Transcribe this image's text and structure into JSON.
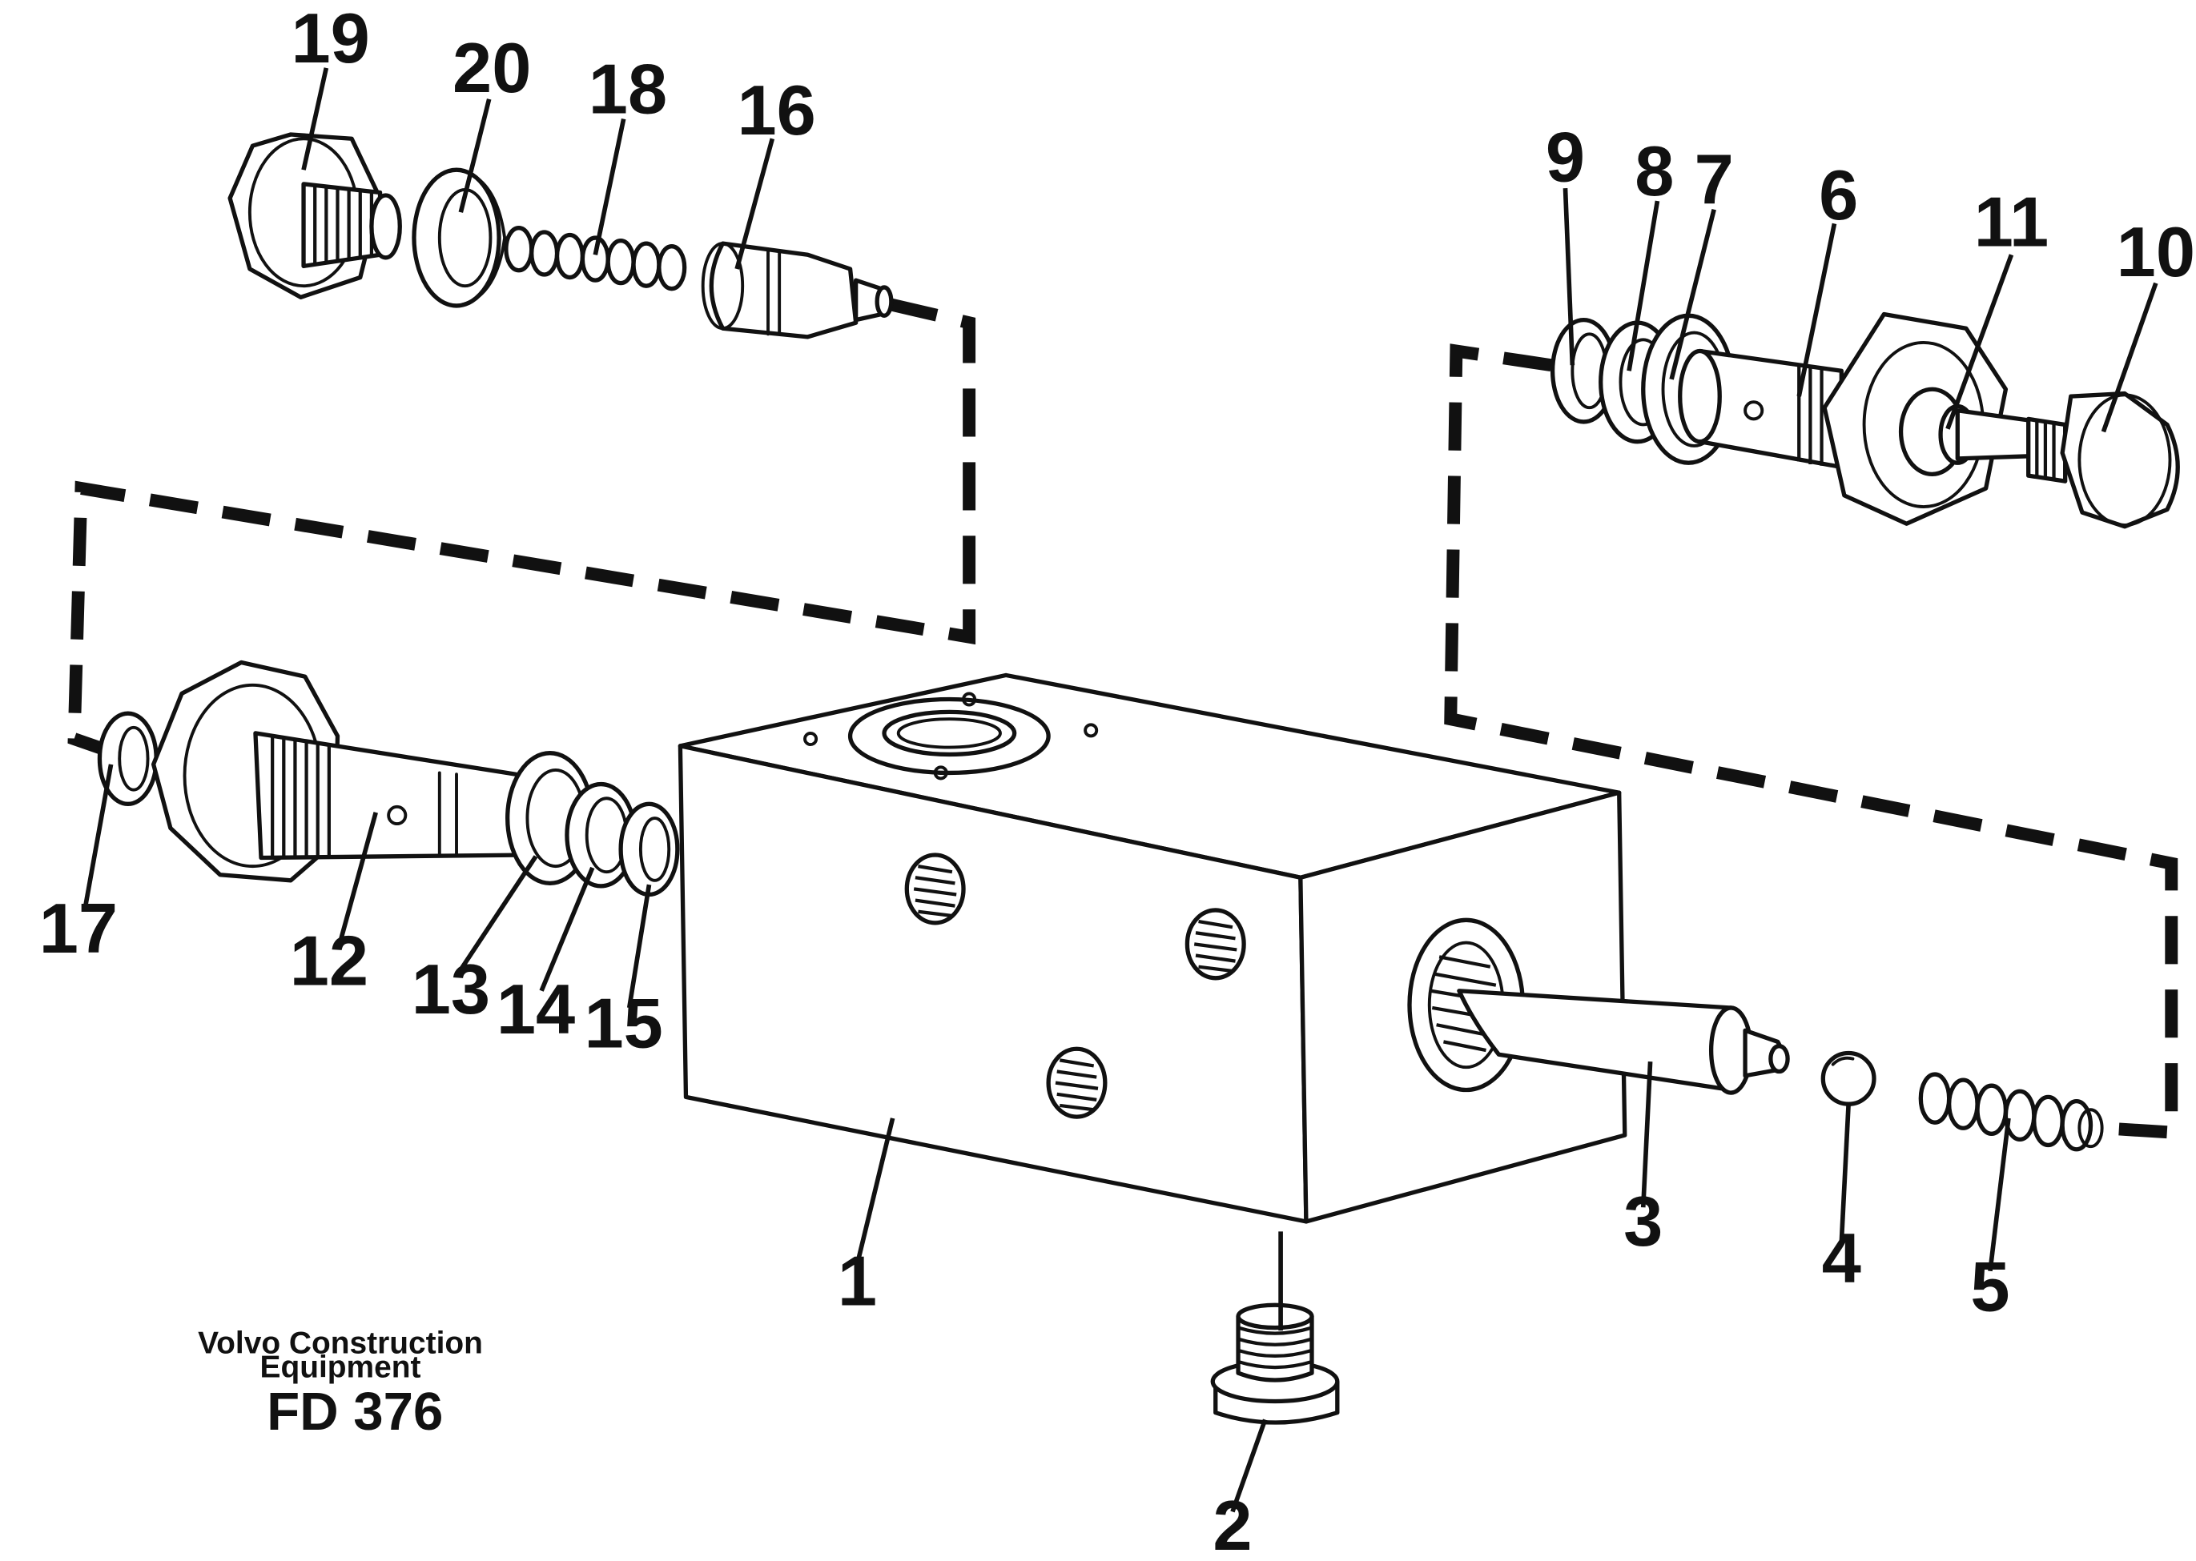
{
  "caption": {
    "line1": "Volvo Construction",
    "line2": "Equipment",
    "code": "FD 376"
  },
  "callouts": {
    "c1": "1",
    "c2": "2",
    "c3": "3",
    "c4": "4",
    "c5": "5",
    "c6": "6",
    "c7": "7",
    "c8": "8",
    "c9": "9",
    "c10": "10",
    "c11": "11",
    "c12": "12",
    "c13": "13",
    "c14": "14",
    "c15": "15",
    "c16": "16",
    "c17": "17",
    "c18": "18",
    "c19": "19",
    "c20": "20"
  }
}
